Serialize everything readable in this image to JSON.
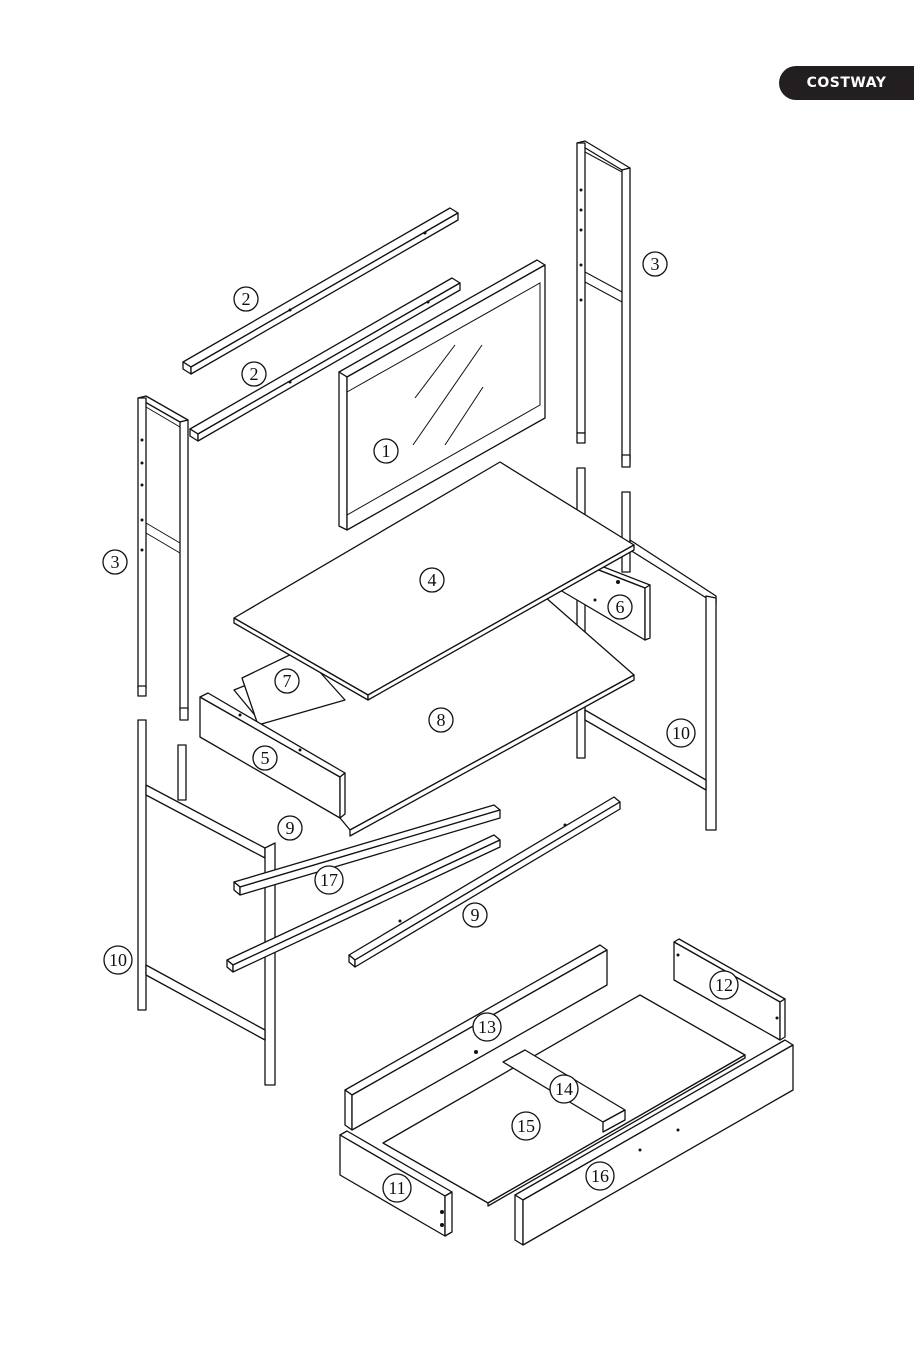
{
  "brand": {
    "name": "COSTWAY"
  },
  "diagram": {
    "type": "exploded-assembly",
    "parts": [
      {
        "id": "p1",
        "label": "1"
      },
      {
        "id": "p2a",
        "label": "2"
      },
      {
        "id": "p2b",
        "label": "2"
      },
      {
        "id": "p3a",
        "label": "3"
      },
      {
        "id": "p3b",
        "label": "3"
      },
      {
        "id": "p4",
        "label": "4"
      },
      {
        "id": "p5",
        "label": "5"
      },
      {
        "id": "p6",
        "label": "6"
      },
      {
        "id": "p7",
        "label": "7"
      },
      {
        "id": "p8",
        "label": "8"
      },
      {
        "id": "p9a",
        "label": "9"
      },
      {
        "id": "p9b",
        "label": "9"
      },
      {
        "id": "p10a",
        "label": "10"
      },
      {
        "id": "p10b",
        "label": "10"
      },
      {
        "id": "p11",
        "label": "11"
      },
      {
        "id": "p12",
        "label": "12"
      },
      {
        "id": "p13",
        "label": "13"
      },
      {
        "id": "p14",
        "label": "14"
      },
      {
        "id": "p15",
        "label": "15"
      },
      {
        "id": "p16",
        "label": "16"
      },
      {
        "id": "p17",
        "label": "17"
      }
    ]
  }
}
